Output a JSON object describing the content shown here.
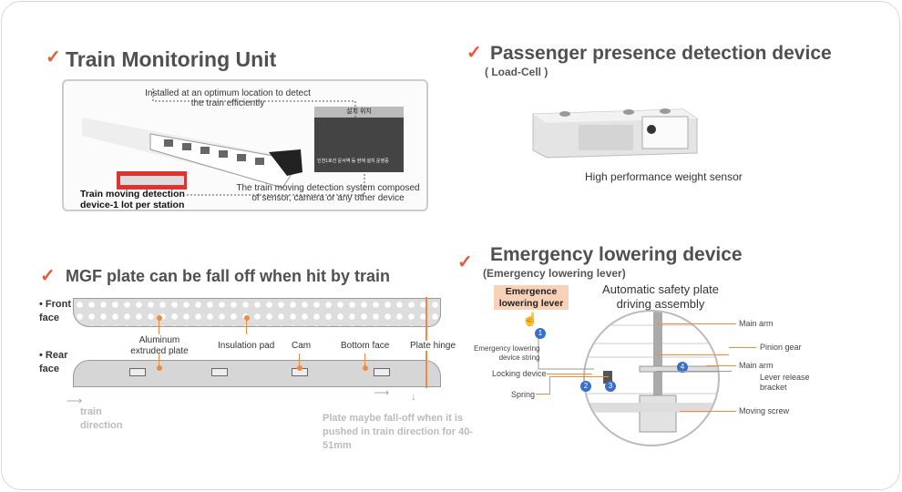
{
  "colors": {
    "check": "#e85a3a",
    "title": "#505050",
    "callout": "#f08a3c",
    "step_badge": "#3a6fc8",
    "lever_box": "#f8d2b8"
  },
  "sections": {
    "tmu": {
      "icon": "check-icon",
      "title": "Train Monitoring Unit",
      "labels": {
        "installed": "Installed at an optimum location to detect\nthe train efficiently",
        "system": "The train moving detection system composed\nof sensor, camera or any other device",
        "device": "Train moving detection\ndevice-1 lot per station",
        "photo_caption": "설치 위치",
        "photo_text": "인천1호선 운서역 등 현재 설치 운영중"
      }
    },
    "load_cell": {
      "icon": "check-icon",
      "title": "Passenger presence detection device",
      "subtitle": "( Load-Cell )",
      "caption": "High performance  weight sensor"
    },
    "mgf": {
      "icon": "check-icon",
      "title": "MGF plate can be fall off when hit by train",
      "front": "• Front\nface",
      "rear": "• Rear\nface",
      "labels": [
        "Aluminum\nextruded plate",
        "Insulation pad",
        "Cam",
        "Bottom face",
        "Plate hinge"
      ],
      "train_direction": "train\ndirection",
      "note": "Plate maybe  fall-off when it is\npushed in train direction for 40-\n51mm"
    },
    "emergency": {
      "icon": "check-icon",
      "title": "Emergency lowering device",
      "subtitle": "(Emergency  lowering lever)",
      "lever_box": "Emergence\nlowering lever",
      "assembly": "Automatic safety plate\ndriving assembly",
      "left_labels": [
        "Emergency lowering\ndevice string",
        "Locking device",
        "Spring"
      ],
      "right_labels": [
        "Main arm",
        "Pinion gear",
        "Main arm",
        "Lever release\nbracket",
        "Moving screw"
      ],
      "steps": [
        "1",
        "2",
        "3",
        "4"
      ]
    }
  }
}
